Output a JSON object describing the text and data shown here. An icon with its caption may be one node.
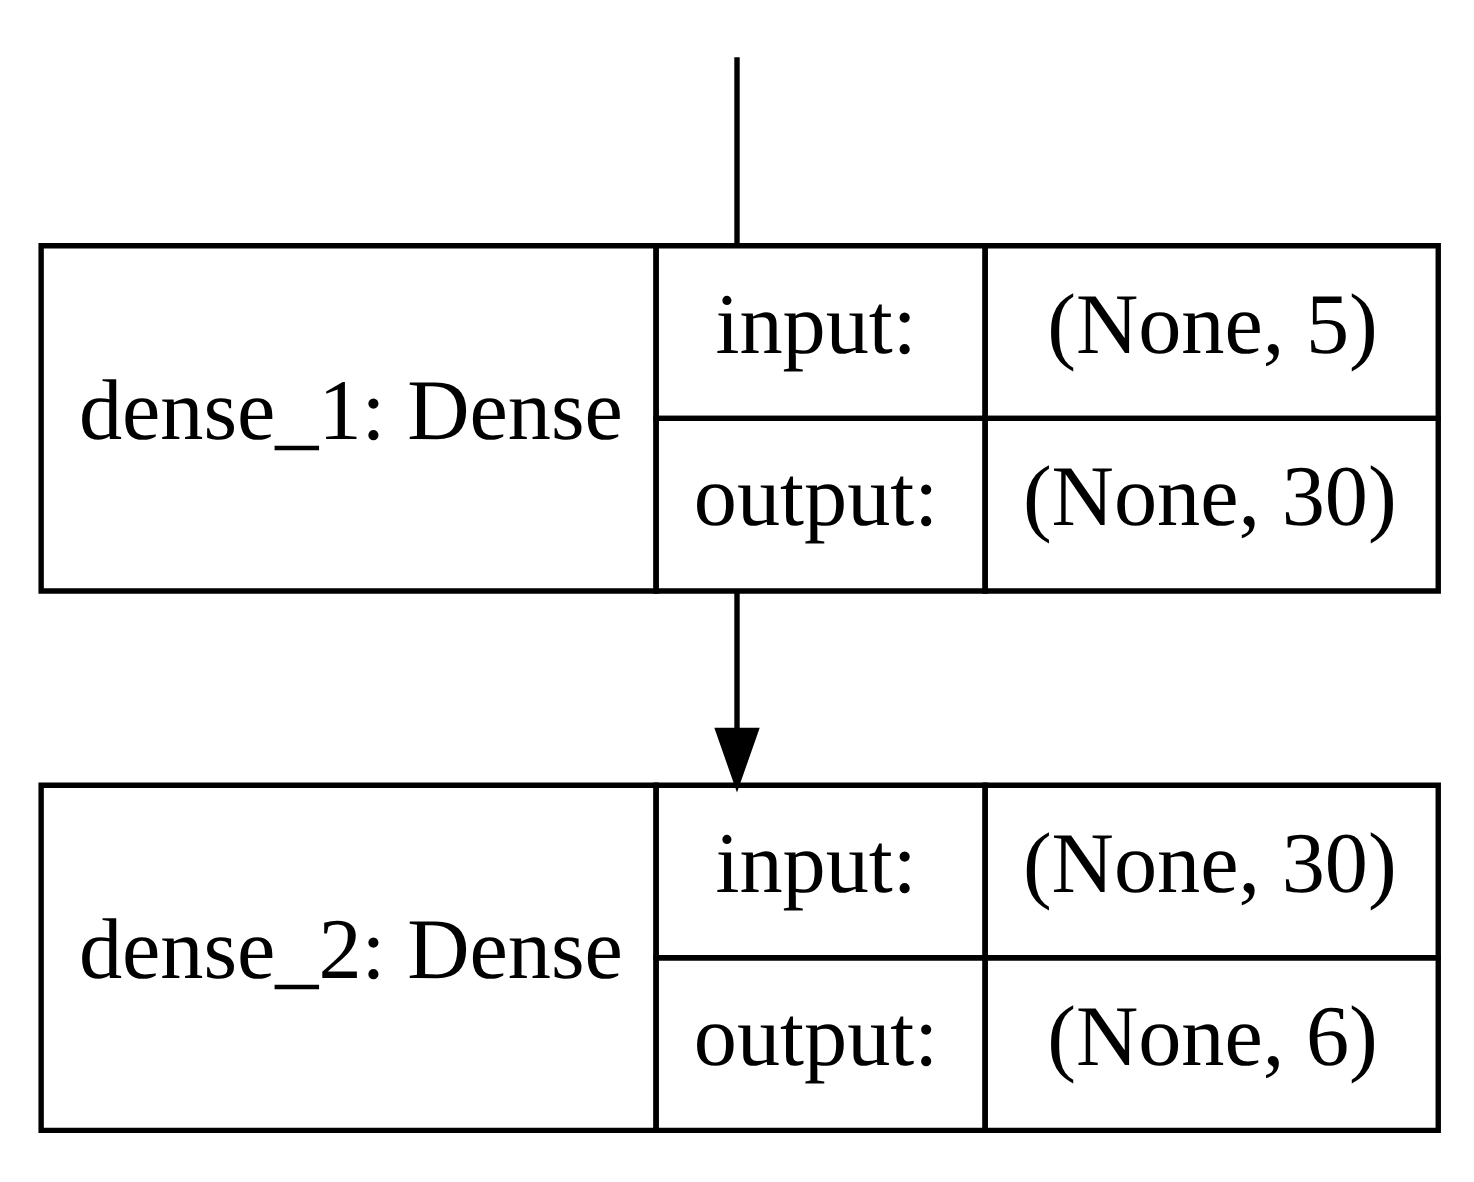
{
  "diagram": {
    "nodes": [
      {
        "text": [
          "dense_1: Dense",
          "input:",
          "(None, 5)",
          "output:",
          "(None, 30)"
        ]
      },
      {
        "text": [
          "dense_2: Dense",
          "input:",
          "(None, 30)",
          "output:",
          "(None, 6)"
        ]
      }
    ],
    "edges": [
      {
        "from": null,
        "to": 0,
        "arrow": "none"
      },
      {
        "from": 0,
        "to": 1,
        "arrow": "to"
      }
    ]
  }
}
